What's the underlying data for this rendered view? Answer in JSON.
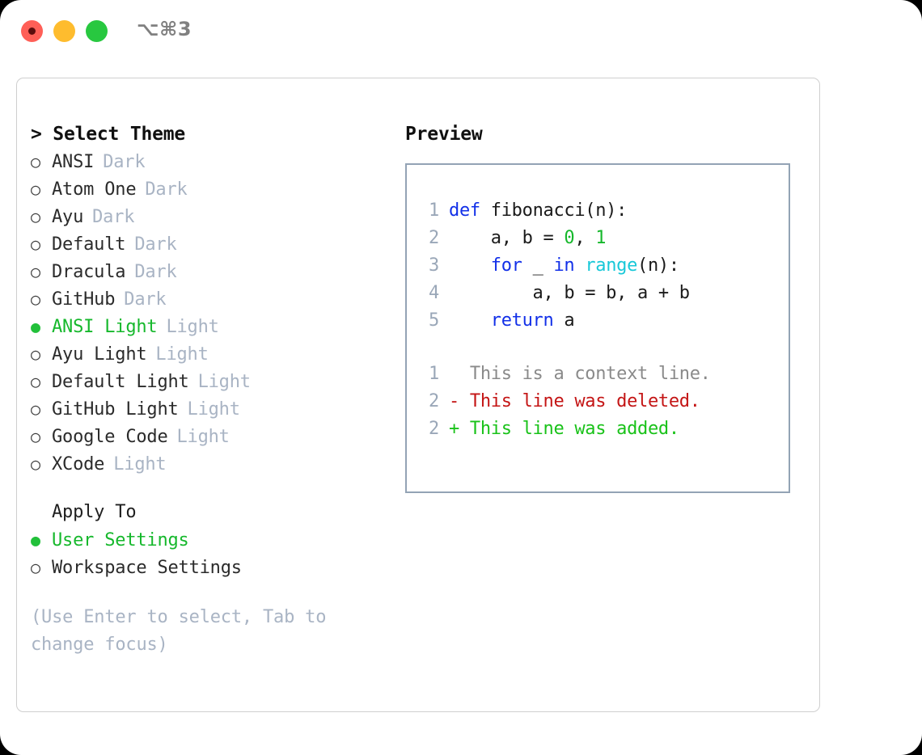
{
  "titlebar": {
    "traffic_lights": [
      {
        "name": "close",
        "color": "#ff5f57"
      },
      {
        "name": "minimize",
        "color": "#febc2e"
      },
      {
        "name": "maximize",
        "color": "#28c840"
      }
    ],
    "shortcut": "⌥⌘3"
  },
  "theme_panel": {
    "header": "> Select Theme",
    "themes": [
      {
        "bullet": "○",
        "name": "ANSI",
        "tag": "Dark",
        "selected": false
      },
      {
        "bullet": "○",
        "name": "Atom One",
        "tag": "Dark",
        "selected": false
      },
      {
        "bullet": "○",
        "name": "Ayu",
        "tag": "Dark",
        "selected": false
      },
      {
        "bullet": "○",
        "name": "Default",
        "tag": "Dark",
        "selected": false
      },
      {
        "bullet": "○",
        "name": "Dracula",
        "tag": "Dark",
        "selected": false
      },
      {
        "bullet": "○",
        "name": "GitHub",
        "tag": "Dark",
        "selected": false
      },
      {
        "bullet": "●",
        "name": "ANSI Light",
        "tag": "Light",
        "selected": true
      },
      {
        "bullet": "○",
        "name": "Ayu Light",
        "tag": "Light",
        "selected": false
      },
      {
        "bullet": "○",
        "name": "Default Light",
        "tag": "Light",
        "selected": false
      },
      {
        "bullet": "○",
        "name": "GitHub Light",
        "tag": "Light",
        "selected": false
      },
      {
        "bullet": "○",
        "name": "Google Code",
        "tag": "Light",
        "selected": false
      },
      {
        "bullet": "○",
        "name": "XCode",
        "tag": "Light",
        "selected": false
      }
    ],
    "apply_to_header": "Apply To",
    "apply_to": [
      {
        "bullet": "●",
        "name": "User Settings",
        "selected": true
      },
      {
        "bullet": "○",
        "name": "Workspace Settings",
        "selected": false
      }
    ],
    "hint": "(Use Enter to select, Tab to change focus)"
  },
  "preview_panel": {
    "header": "Preview",
    "code_lines": [
      {
        "num": "1",
        "tokens": [
          {
            "t": "def",
            "c": "kw"
          },
          {
            "t": " fibonacci(n):",
            "c": "txt"
          }
        ]
      },
      {
        "num": "2",
        "tokens": [
          {
            "t": "    a, b = ",
            "c": "txt"
          },
          {
            "t": "0",
            "c": "num"
          },
          {
            "t": ", ",
            "c": "txt"
          },
          {
            "t": "1",
            "c": "num"
          }
        ]
      },
      {
        "num": "3",
        "tokens": [
          {
            "t": "    ",
            "c": "txt"
          },
          {
            "t": "for",
            "c": "kw"
          },
          {
            "t": " _ ",
            "c": "txt"
          },
          {
            "t": "in",
            "c": "kw"
          },
          {
            "t": " ",
            "c": "txt"
          },
          {
            "t": "range",
            "c": "fn"
          },
          {
            "t": "(n):",
            "c": "txt"
          }
        ]
      },
      {
        "num": "4",
        "tokens": [
          {
            "t": "        a, b = b, a + b",
            "c": "txt"
          }
        ]
      },
      {
        "num": "5",
        "tokens": [
          {
            "t": "    ",
            "c": "txt"
          },
          {
            "t": "return",
            "c": "kw"
          },
          {
            "t": " a",
            "c": "txt"
          }
        ]
      }
    ],
    "diff_lines": [
      {
        "num": "1",
        "marker": "  ",
        "text": "This is a context line.",
        "kind": "d-ctx"
      },
      {
        "num": "2",
        "marker": "- ",
        "text": "This line was deleted.",
        "kind": "d-del"
      },
      {
        "num": "2",
        "marker": "+ ",
        "text": "This line was added.",
        "kind": "d-add"
      }
    ]
  },
  "colors": {
    "accent_green": "#16b82c",
    "muted": "#a9b4c4",
    "keyword": "#1230e8",
    "function": "#18c8d8",
    "number": "#16b82c",
    "diff_deleted": "#c41515",
    "diff_added": "#19c219",
    "panel_border": "#93a3b5",
    "card_border": "#cfcfcf"
  }
}
